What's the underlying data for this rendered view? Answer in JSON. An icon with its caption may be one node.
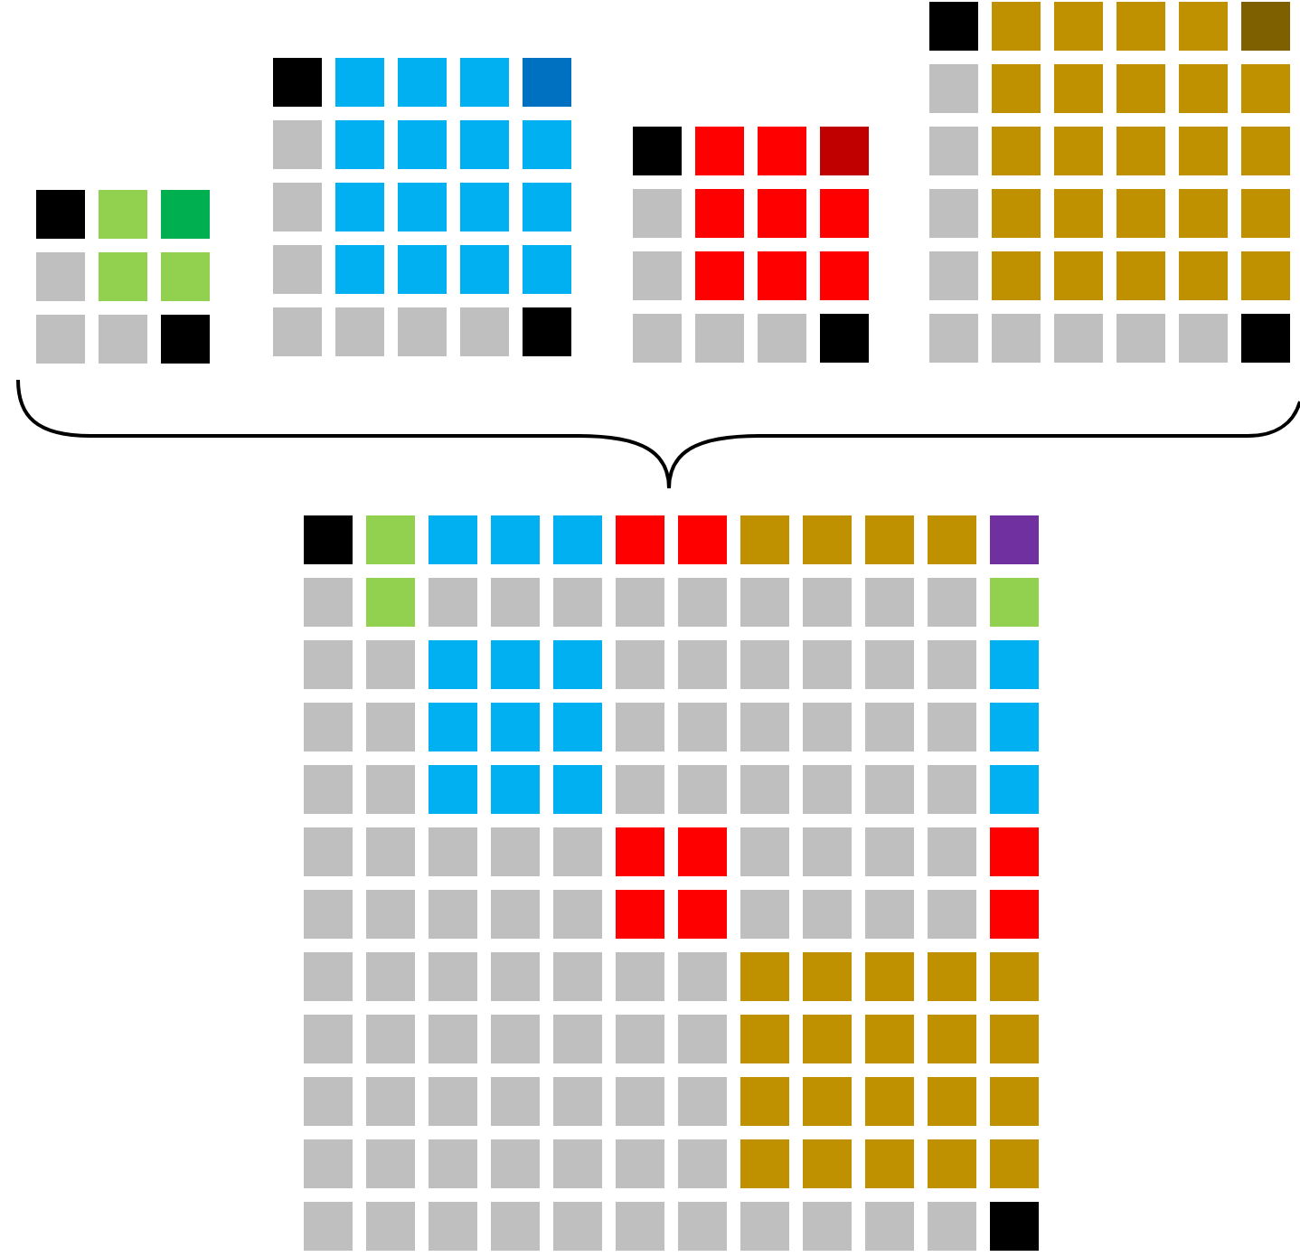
{
  "diagram": {
    "nodes": [
      {
        "text": [],
        "shape": "grid"
      },
      {
        "text": [],
        "shape": "grid"
      },
      {
        "text": [],
        "shape": "grid"
      },
      {
        "text": [],
        "shape": "grid"
      },
      {
        "text": [],
        "shape": "grid"
      }
    ]
  }
}
